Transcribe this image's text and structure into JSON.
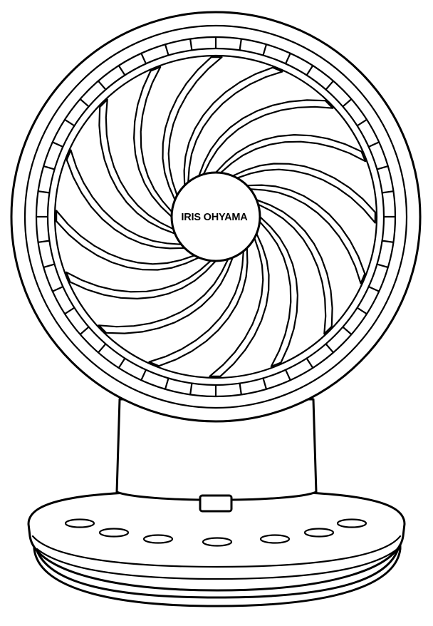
{
  "product": {
    "brand_logo_text": "IRIS OHYAMA",
    "colors": {
      "outline": "#000000",
      "background": "#ffffff"
    },
    "fan_blade_count": 16,
    "grille_slot_count": 44,
    "control_button_count": 7,
    "display_present": true
  }
}
